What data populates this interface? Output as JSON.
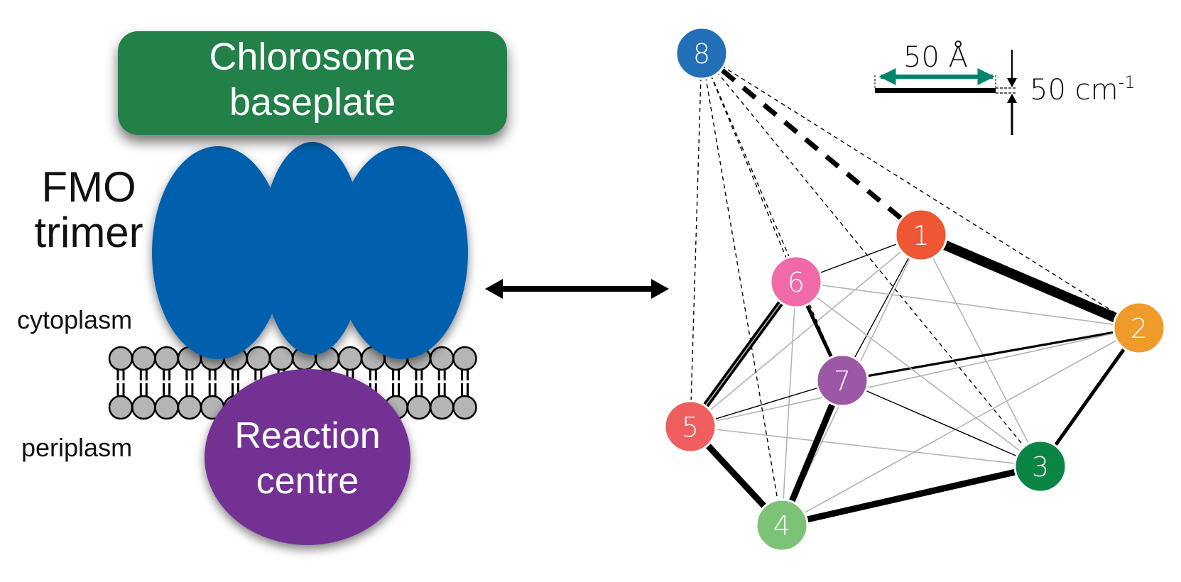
{
  "left_panel": {
    "baseplate_line1": "Chlorosome",
    "baseplate_line2": "baseplate",
    "fmo_line1": "FMO",
    "fmo_line2": "trimer",
    "cytoplasm": "cytoplasm",
    "periplasm": "periplasm",
    "reaction_line1": "Reaction",
    "reaction_line2": "centre",
    "colors": {
      "baseplate": "#22804a",
      "fmo": "#0560ae",
      "reaction_centre": "#733393",
      "lipid_head": "#b5b5b5"
    }
  },
  "connector": {
    "icon": "double-arrow-icon"
  },
  "network": {
    "nodes": [
      {
        "id": "1",
        "label": "1",
        "color": "#ee5634"
      },
      {
        "id": "2",
        "label": "2",
        "color": "#ee9b2a"
      },
      {
        "id": "3",
        "label": "3",
        "color": "#0b8544"
      },
      {
        "id": "4",
        "label": "4",
        "color": "#7cc377"
      },
      {
        "id": "5",
        "label": "5",
        "color": "#ef5e5e"
      },
      {
        "id": "6",
        "label": "6",
        "color": "#ef6aa7"
      },
      {
        "id": "7",
        "label": "7",
        "color": "#9b58a4"
      },
      {
        "id": "8",
        "label": "8",
        "color": "#2370b8"
      }
    ],
    "edges": [
      {
        "from": "1",
        "to": "2",
        "strength": "very-strong",
        "style": "solid-black"
      },
      {
        "from": "1",
        "to": "6",
        "strength": "weak",
        "style": "solid-black"
      },
      {
        "from": "1",
        "to": "7",
        "strength": "weak",
        "style": "solid-black"
      },
      {
        "from": "1",
        "to": "5",
        "strength": "very-weak",
        "style": "solid-gray"
      },
      {
        "from": "1",
        "to": "4",
        "strength": "very-weak",
        "style": "solid-gray"
      },
      {
        "from": "1",
        "to": "3",
        "strength": "very-weak",
        "style": "solid-gray"
      },
      {
        "from": "2",
        "to": "3",
        "strength": "medium",
        "style": "solid-black"
      },
      {
        "from": "2",
        "to": "7",
        "strength": "weak-medium",
        "style": "solid-black"
      },
      {
        "from": "2",
        "to": "6",
        "strength": "very-weak",
        "style": "solid-gray"
      },
      {
        "from": "2",
        "to": "5",
        "strength": "very-weak",
        "style": "solid-gray"
      },
      {
        "from": "2",
        "to": "4",
        "strength": "very-weak",
        "style": "solid-gray"
      },
      {
        "from": "3",
        "to": "4",
        "strength": "strong",
        "style": "solid-black"
      },
      {
        "from": "3",
        "to": "7",
        "strength": "weak",
        "style": "solid-black"
      },
      {
        "from": "3",
        "to": "6",
        "strength": "very-weak",
        "style": "solid-gray"
      },
      {
        "from": "3",
        "to": "5",
        "strength": "very-weak",
        "style": "solid-gray"
      },
      {
        "from": "4",
        "to": "5",
        "strength": "strong",
        "style": "solid-black"
      },
      {
        "from": "4",
        "to": "7",
        "strength": "strong",
        "style": "solid-black"
      },
      {
        "from": "4",
        "to": "6",
        "strength": "very-weak",
        "style": "solid-gray"
      },
      {
        "from": "5",
        "to": "6",
        "strength": "strong",
        "style": "solid-black"
      },
      {
        "from": "5",
        "to": "7",
        "strength": "weak",
        "style": "solid-black"
      },
      {
        "from": "6",
        "to": "7",
        "strength": "medium",
        "style": "solid-black"
      },
      {
        "from": "6",
        "to": "5",
        "strength": "very-weak",
        "style": "solid-gray-alt"
      },
      {
        "from": "8",
        "to": "1",
        "strength": "strong",
        "style": "dashed"
      },
      {
        "from": "8",
        "to": "2",
        "strength": "weak",
        "style": "dashed"
      },
      {
        "from": "8",
        "to": "3",
        "strength": "weak",
        "style": "dashed"
      },
      {
        "from": "8",
        "to": "4",
        "strength": "weak",
        "style": "dashed"
      },
      {
        "from": "8",
        "to": "5",
        "strength": "weak",
        "style": "dashed"
      },
      {
        "from": "8",
        "to": "6",
        "strength": "weak",
        "style": "dashed"
      },
      {
        "from": "8",
        "to": "7",
        "strength": "weak",
        "style": "dashed"
      }
    ]
  },
  "scale_legend": {
    "distance_label": "50 Å",
    "coupling_label": "50 cm",
    "coupling_superscript": "-1",
    "distance_arrow_color": "#00856b"
  }
}
